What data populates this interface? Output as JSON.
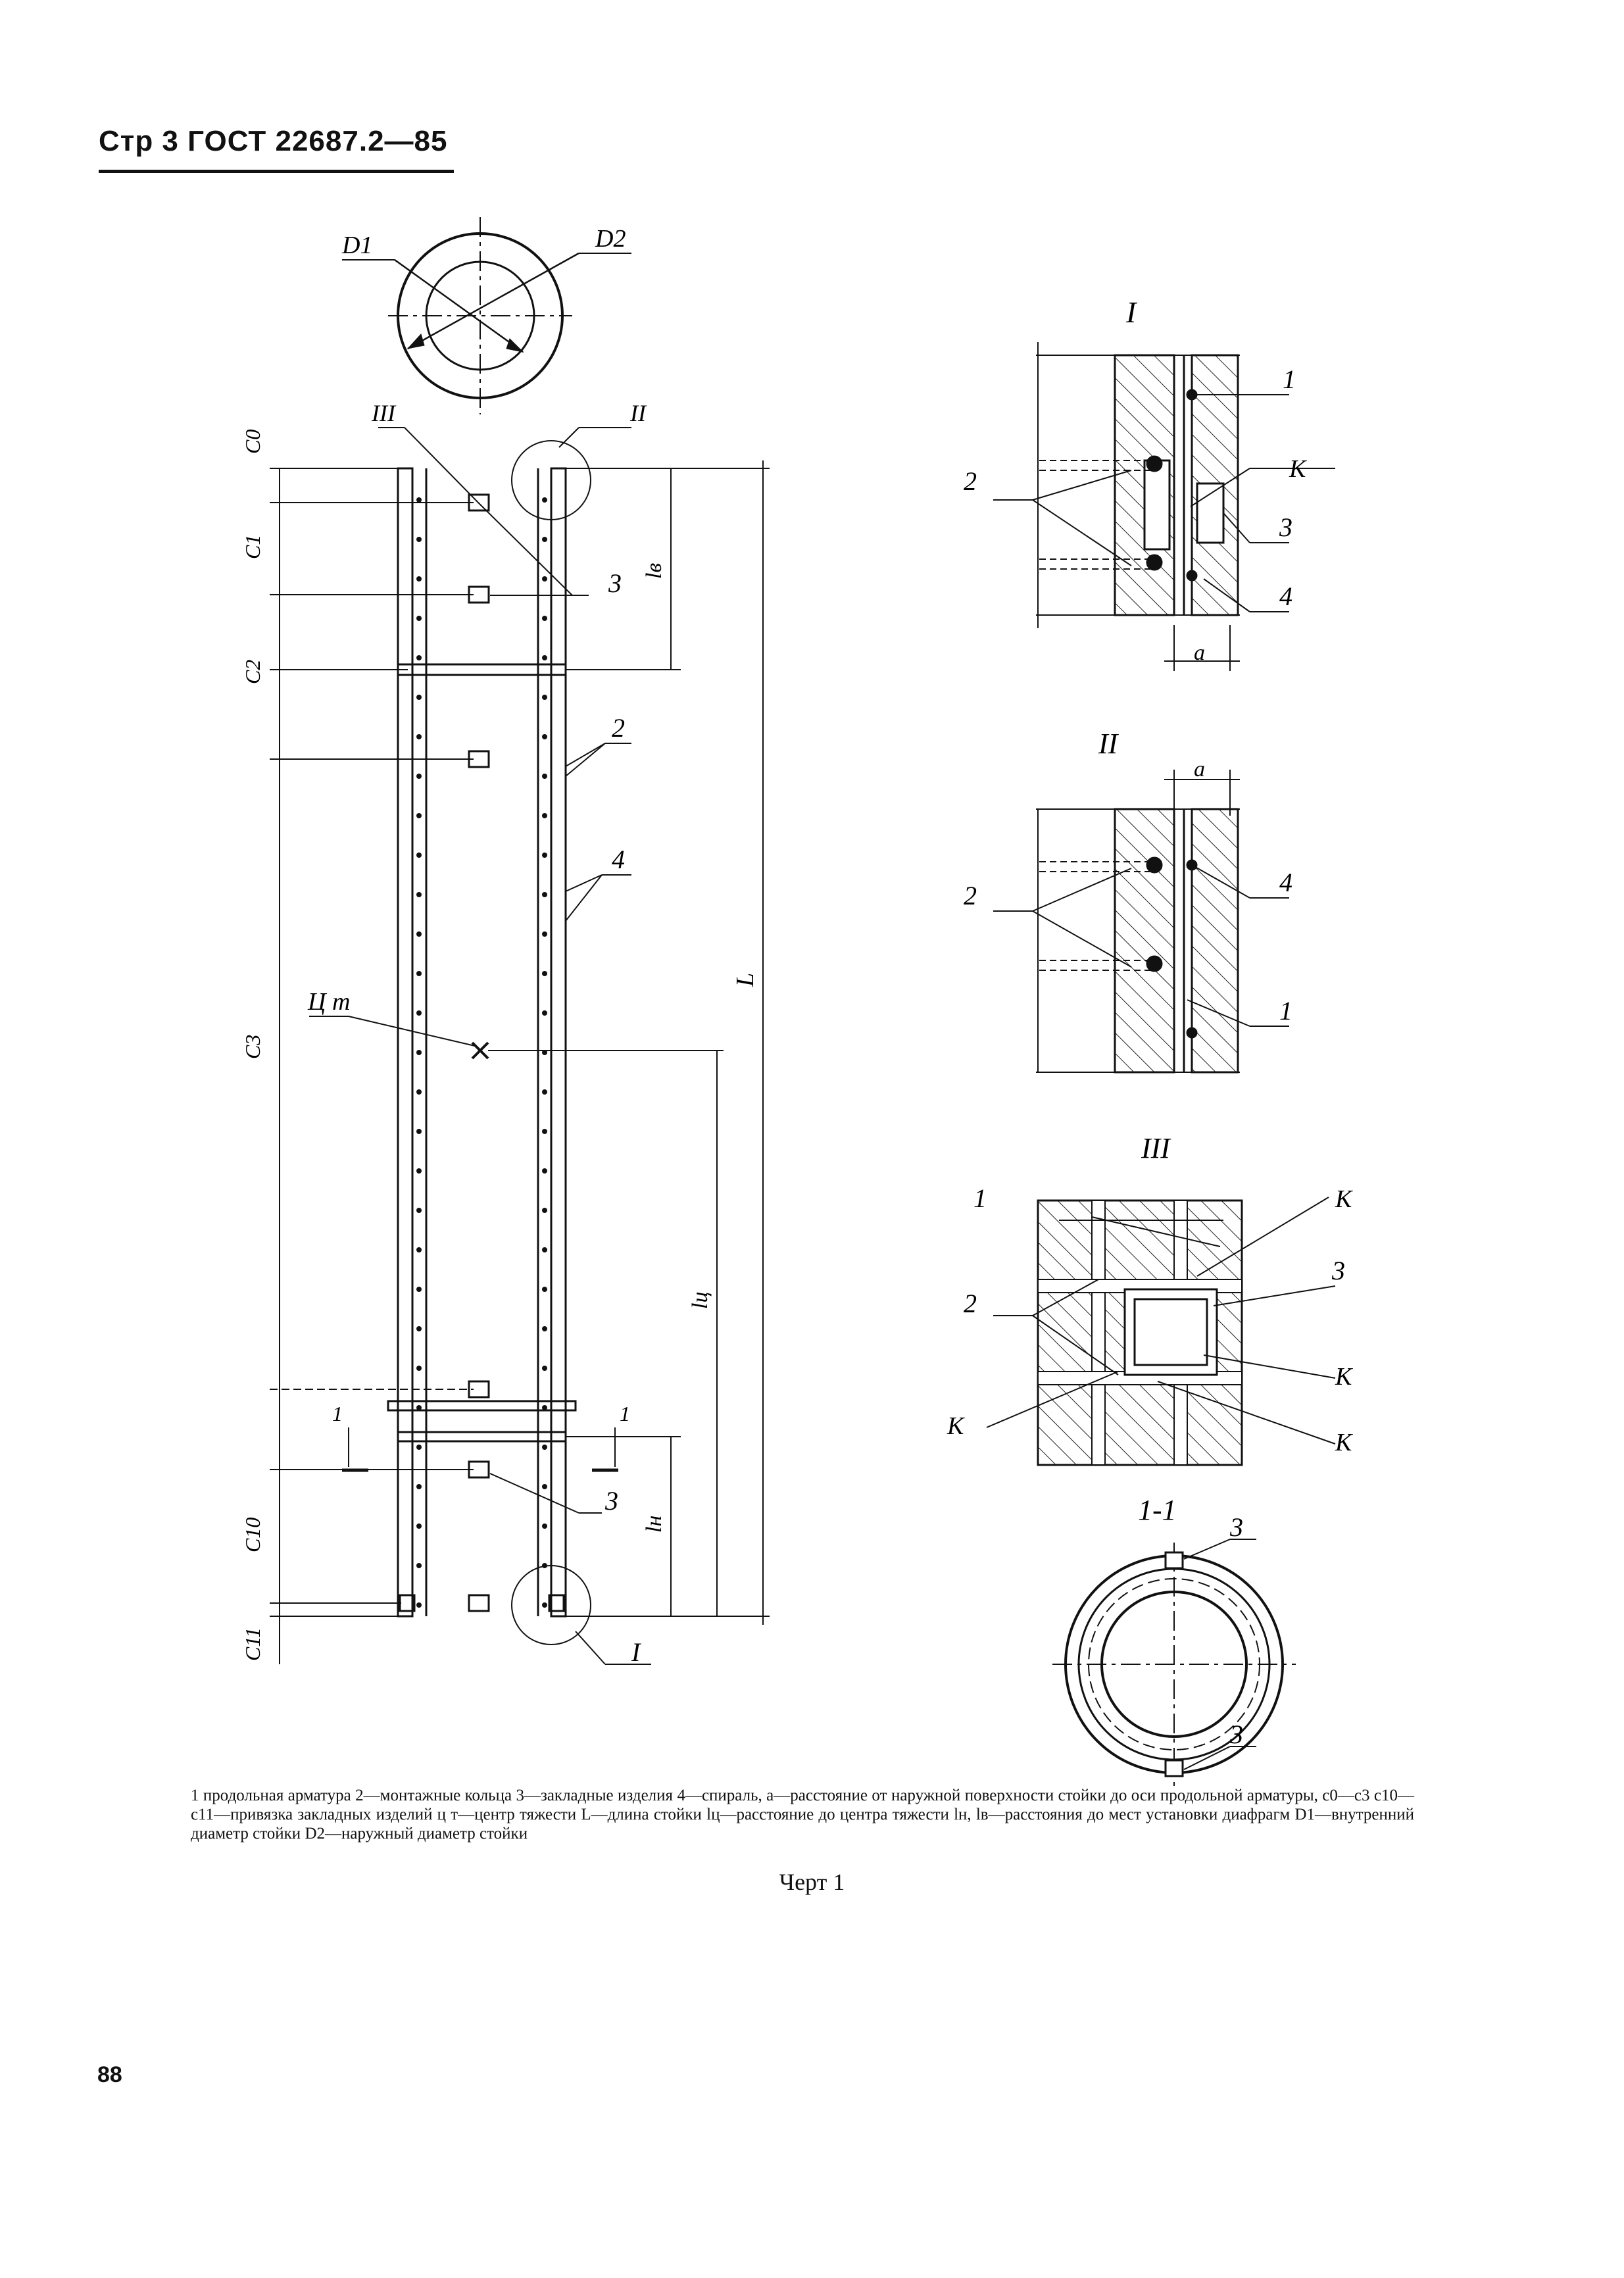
{
  "header": {
    "text": "Стр 3 ГОСТ 22687.2—85"
  },
  "labels": {
    "d1": "D1",
    "d2": "D2",
    "c0": "C0",
    "c1": "C1",
    "c2": "C2",
    "c3": "C3",
    "c10": "C10",
    "c11": "C11",
    "lv": "lв",
    "lc": "lц",
    "ln": "lн",
    "l": "L",
    "ct": "Ц т",
    "roman1": "I",
    "roman2": "II",
    "roman3": "III",
    "k": "K",
    "a": "a",
    "section": "1-1",
    "one": "1",
    "two": "2",
    "three": "3",
    "four": "4"
  },
  "caption": {
    "text": "1 продольная арматура 2—монтажные кольца 3—закладные изделия 4—спираль, a—расстояние от наружной поверхности стойки до оси продольной арматуры, c0—c3 c10—c11—привязка закладных изделий ц т—центр тяжести L—длина стойки lц—расстояние до центра тяжести lн, lв—расстояния до мест установки диафрагм D1—внутренний диаметр стойки D2—наружный диаметр стойки",
    "title": "Черт 1"
  },
  "page_number": "88"
}
